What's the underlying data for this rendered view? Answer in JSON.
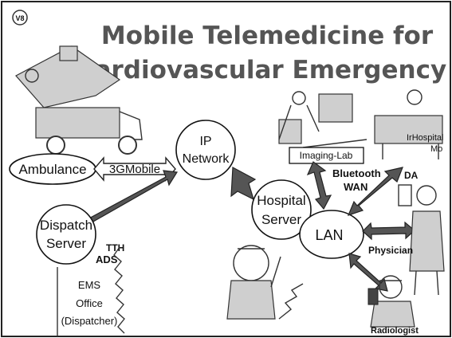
{
  "title": {
    "line1": "Mobile Telemedicine for",
    "line2": "Cardiovascular Emergency",
    "logo_text": "V8"
  },
  "nodes": {
    "ambulance": "Ambulance",
    "ip_network_1": "IP",
    "ip_network_2": "Network",
    "dispatch_server_1": "Dispatch",
    "dispatch_server_2": "Server",
    "hospital_server_1": "Hospital",
    "hospital_server_2": "Server",
    "lan": "LAN",
    "imaging_lab": "Imaging-Lab"
  },
  "links": {
    "mobile_3g": "3GMobile",
    "bluetooth": "Bluetooth",
    "wan": "WAN",
    "pda": "DA",
    "tth": "TTH",
    "ads": "ADS",
    "hospital_mo": "Mo",
    "ir_hospital": "IrHospital"
  },
  "ems": {
    "line1": "EMS",
    "line2": "Office",
    "line3": "(Dispatcher)"
  },
  "roles": {
    "physician": "Physician",
    "radiologist": "Radiologist"
  }
}
